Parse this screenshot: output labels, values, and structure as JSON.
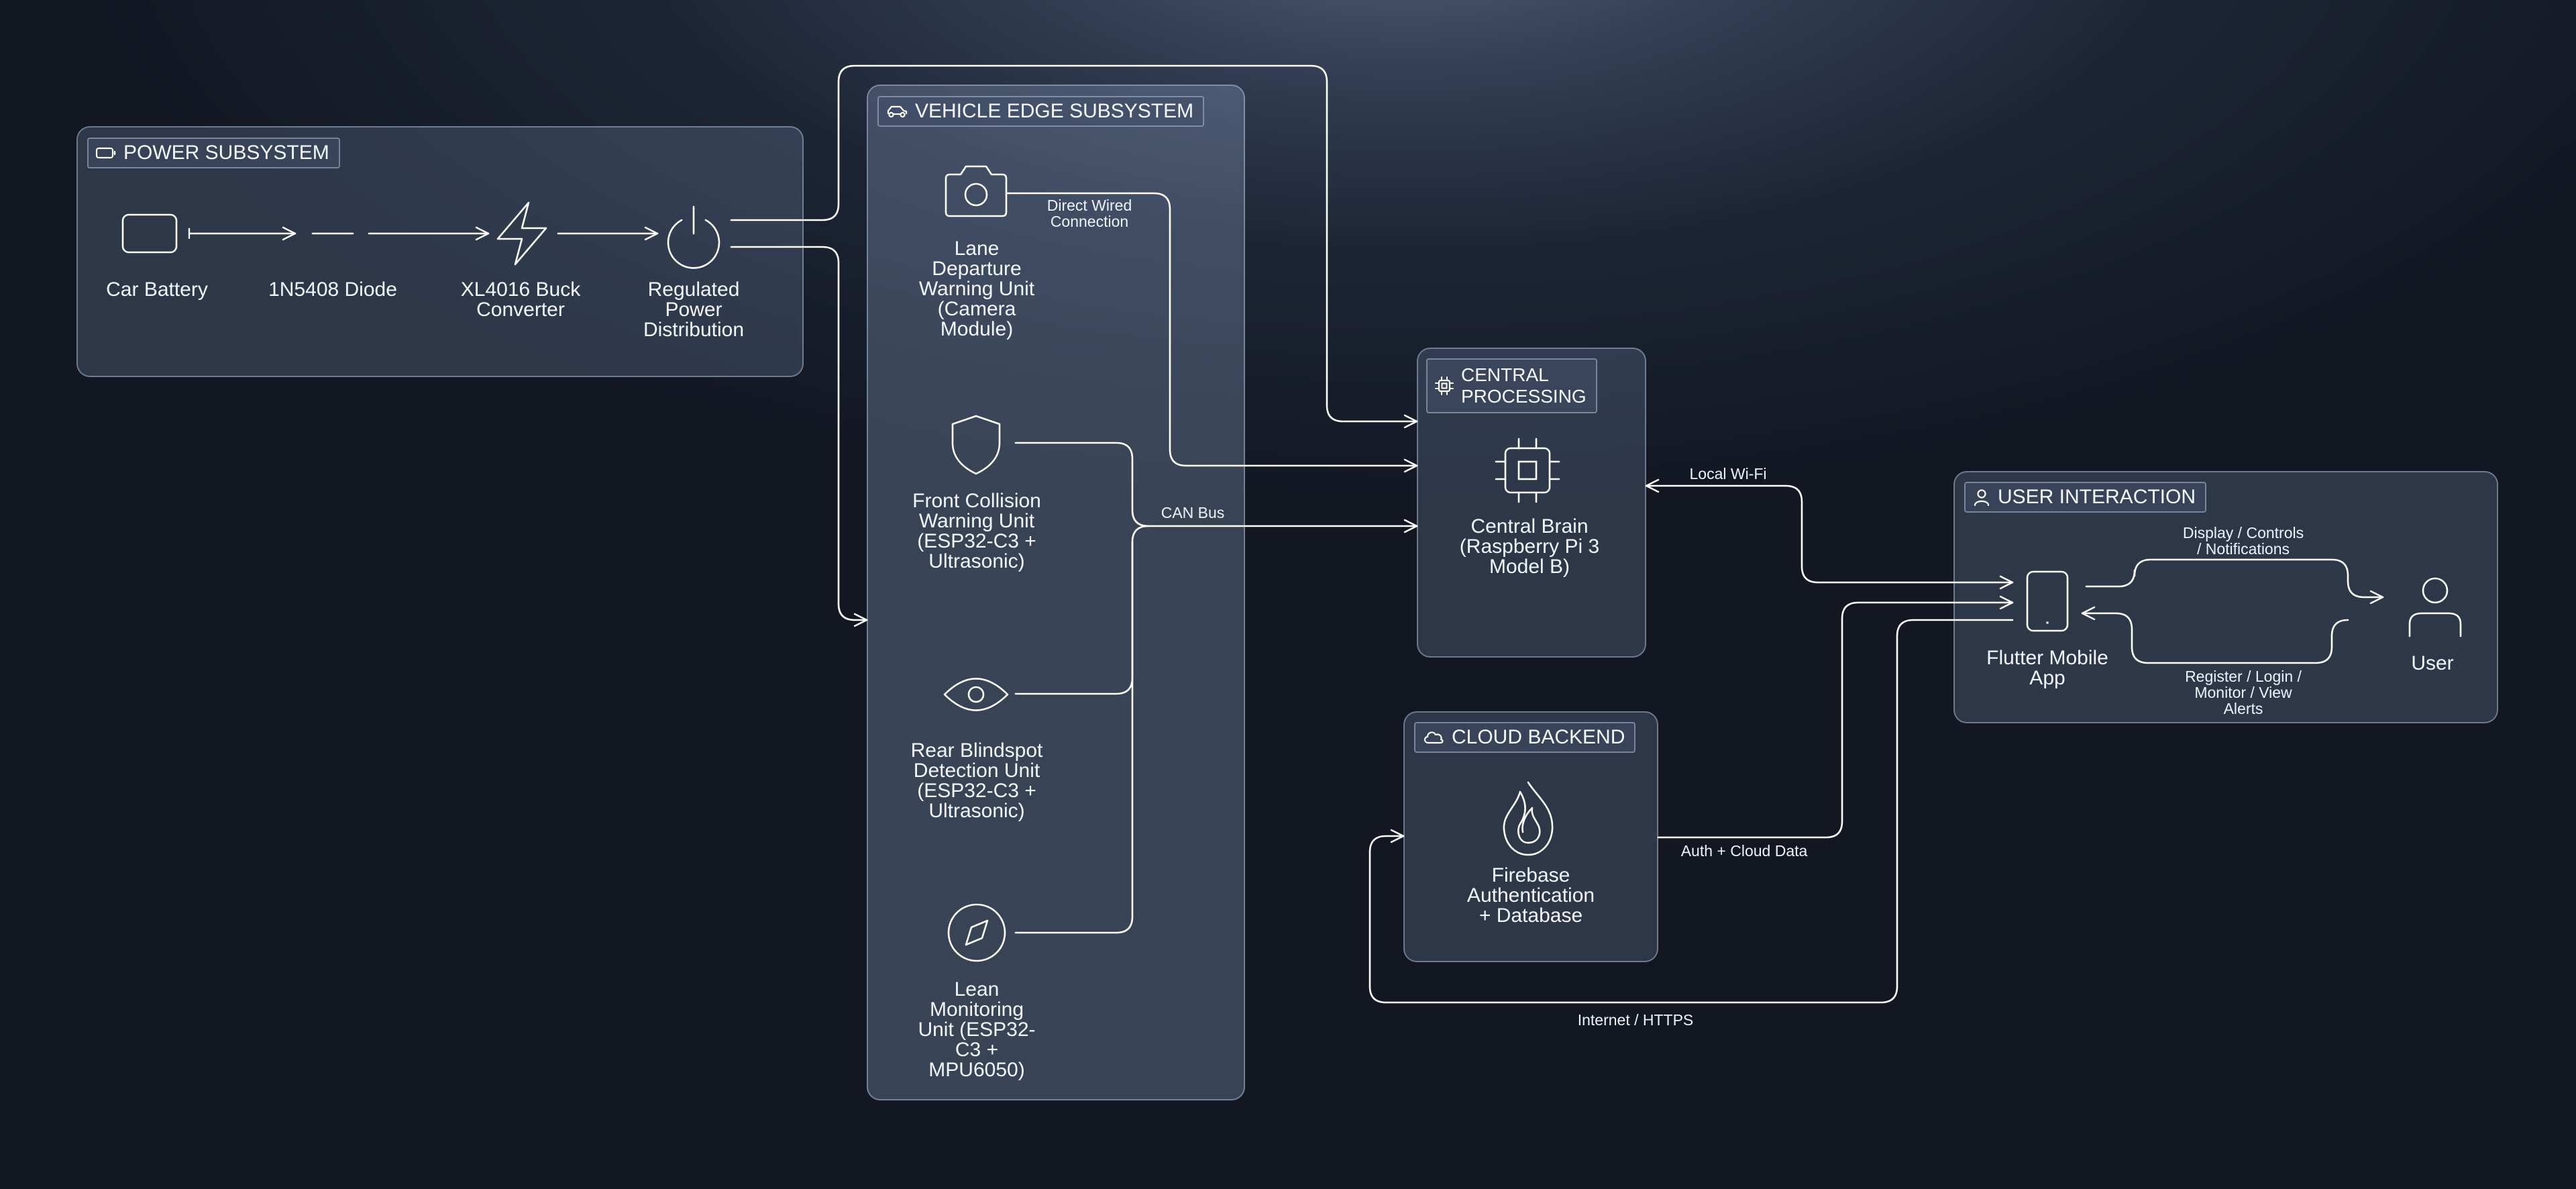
{
  "groups": {
    "power": "POWER SUBSYSTEM",
    "vehicle": "VEHICLE EDGE SUBSYSTEM",
    "central": [
      "CENTRAL",
      "PROCESSING"
    ],
    "cloud": "CLOUD BACKEND",
    "user": "USER INTERACTION"
  },
  "nodes": {
    "car_battery": [
      "Car Battery"
    ],
    "diode": [
      "1N5408 Diode"
    ],
    "buck": [
      "XL4016 Buck",
      "Converter"
    ],
    "regulated": [
      "Regulated",
      "Power",
      "Distribution"
    ],
    "ldw": [
      "Lane",
      "Departure",
      "Warning Unit",
      "(Camera",
      "Module)"
    ],
    "fcw": [
      "Front Collision",
      "Warning Unit",
      "(ESP32-C3 +",
      "Ultrasonic)"
    ],
    "rbd": [
      "Rear Blindspot",
      "Detection Unit",
      "(ESP32-C3 +",
      "Ultrasonic)"
    ],
    "lean": [
      "Lean",
      "Monitoring",
      "Unit (ESP32-",
      "C3 +",
      "MPU6050)"
    ],
    "brain": [
      "Central Brain",
      "(Raspberry Pi 3",
      "Model B)"
    ],
    "firebase": [
      "Firebase",
      "Authentication",
      "+ Database"
    ],
    "app": [
      "Flutter Mobile",
      "App"
    ],
    "user": [
      "User"
    ]
  },
  "edges": {
    "direct_wired": [
      "Direct Wired",
      "Connection"
    ],
    "can_bus": [
      "CAN Bus"
    ],
    "local_wifi": [
      "Local Wi-Fi"
    ],
    "display": [
      "Display / Controls",
      "/ Notifications"
    ],
    "register": [
      "Register / Login /",
      "Monitor / View",
      "Alerts"
    ],
    "auth": [
      "Auth + Cloud Data"
    ],
    "internet": [
      "Internet / HTTPS"
    ]
  },
  "colors": {
    "line": "#ffffff",
    "group_border": "#c8d6ee",
    "background": "#1d2535"
  },
  "icons": {
    "power": "battery-icon",
    "vehicle": "car-icon",
    "central": "cpu-icon",
    "cloud": "cloud-icon",
    "user": "user-icon"
  }
}
